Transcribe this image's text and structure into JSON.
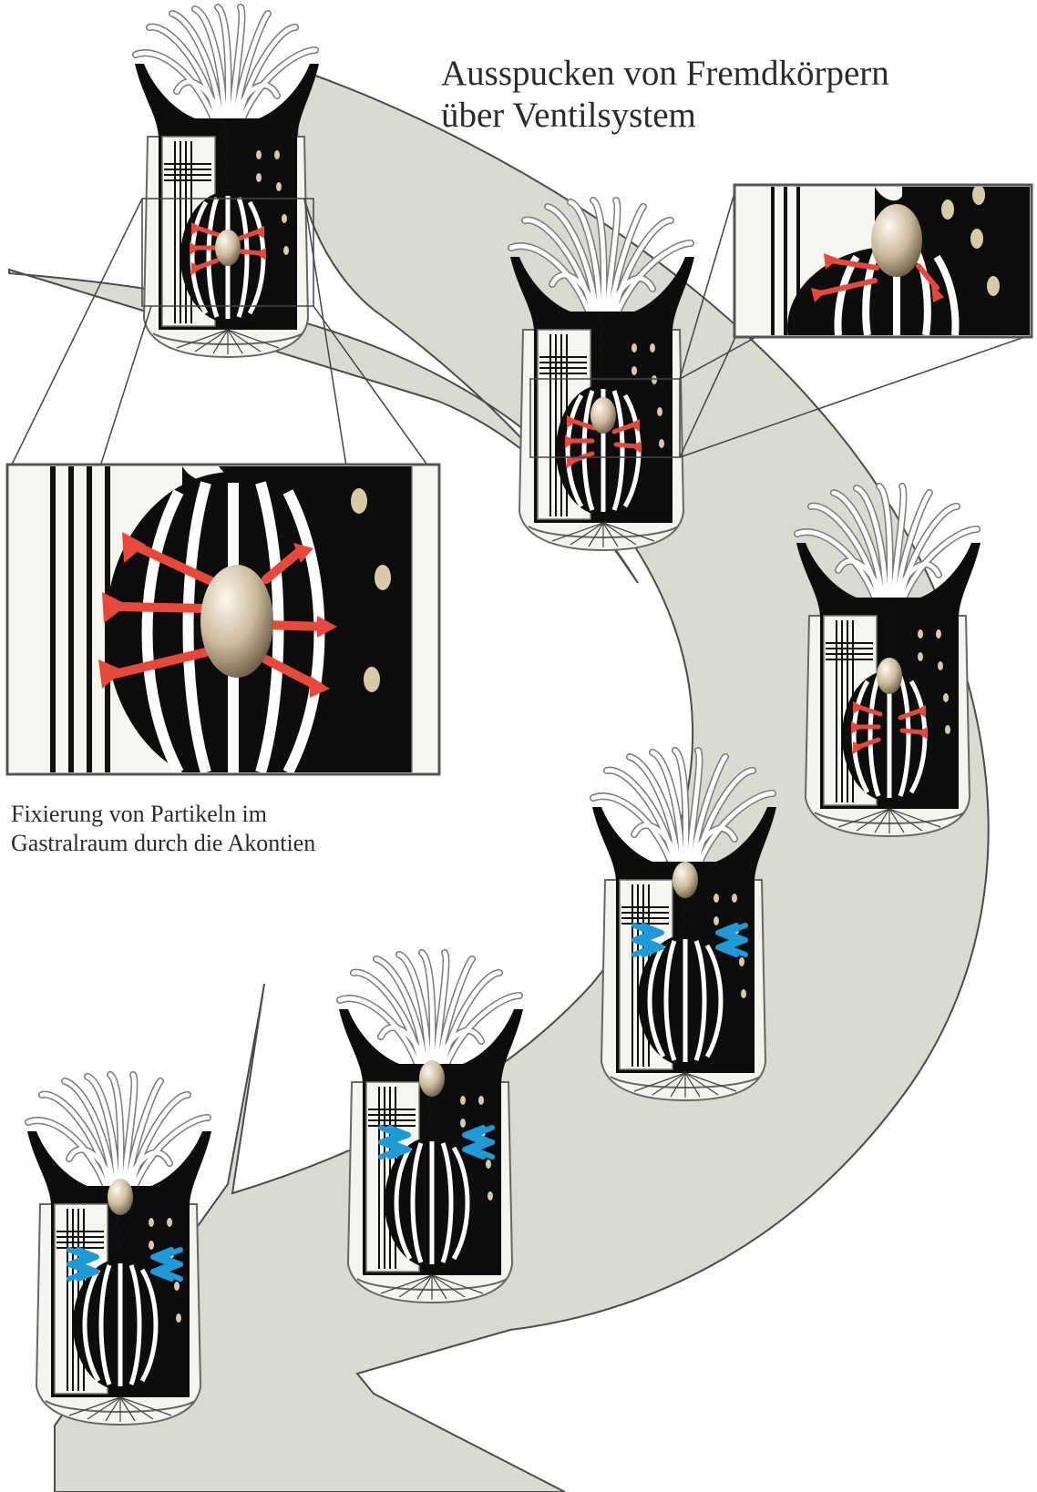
{
  "title": {
    "line1": "Ausspucken von Fremdkörpern",
    "line2": "über Ventilsystem"
  },
  "caption": {
    "line1": "Fixierung von Partikeln im",
    "line2": "Gastralraum durch die Akontien"
  },
  "colors": {
    "arrow_fill": "#d9dbd0",
    "body_black": "#0d0d0d",
    "acontia_red": "#e8483a",
    "muscle_blue": "#1e9bd7",
    "particle": "#c9b79a",
    "outline": "#555555"
  },
  "polyps": [
    {
      "id": "polyp-1",
      "state": "acontia"
    },
    {
      "id": "polyp-2",
      "state": "acontia"
    },
    {
      "id": "polyp-3",
      "state": "acontia"
    },
    {
      "id": "polyp-4",
      "state": "muscle"
    },
    {
      "id": "polyp-5",
      "state": "muscle"
    },
    {
      "id": "polyp-6",
      "state": "muscle"
    }
  ]
}
